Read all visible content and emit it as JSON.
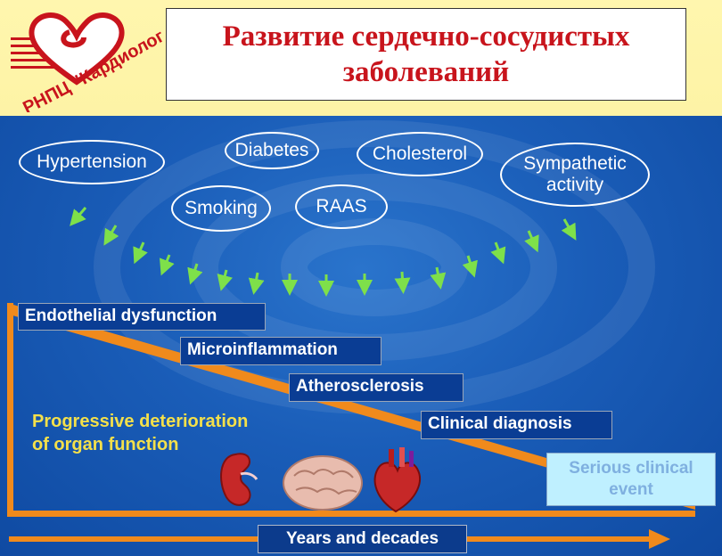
{
  "header": {
    "title": "Развитие сердечно-сосудистых\nзаболеваний",
    "logo_text": "РНПЦ \"Кардиология\"",
    "title_color": "#c8141c",
    "header_bg": "#fff6ae"
  },
  "risk_factors": [
    {
      "label": "Hypertension"
    },
    {
      "label": "Diabetes"
    },
    {
      "label": "Cholesterol"
    },
    {
      "label": "Sympathetic\nactivity"
    },
    {
      "label": "Smoking"
    },
    {
      "label": "RAAS"
    }
  ],
  "stages": [
    {
      "label": "Endothelial dysfunction"
    },
    {
      "label": "Microinflammation"
    },
    {
      "label": "Atherosclerosis"
    },
    {
      "label": "Clinical diagnosis"
    }
  ],
  "serious_event": "Serious clinical\nevent",
  "progressive_text": "Progressive deterioration\nof organ function",
  "organs": [
    "kidney-icon",
    "brain-icon",
    "heart-icon"
  ],
  "time_axis": "Years and decades",
  "colors": {
    "background": "#1a5db8",
    "arrow_green": "#7ee04a",
    "progression_orange": "#f08a1c",
    "progressive_text": "#f4e04a",
    "serious_bg": "#bff0ff"
  }
}
